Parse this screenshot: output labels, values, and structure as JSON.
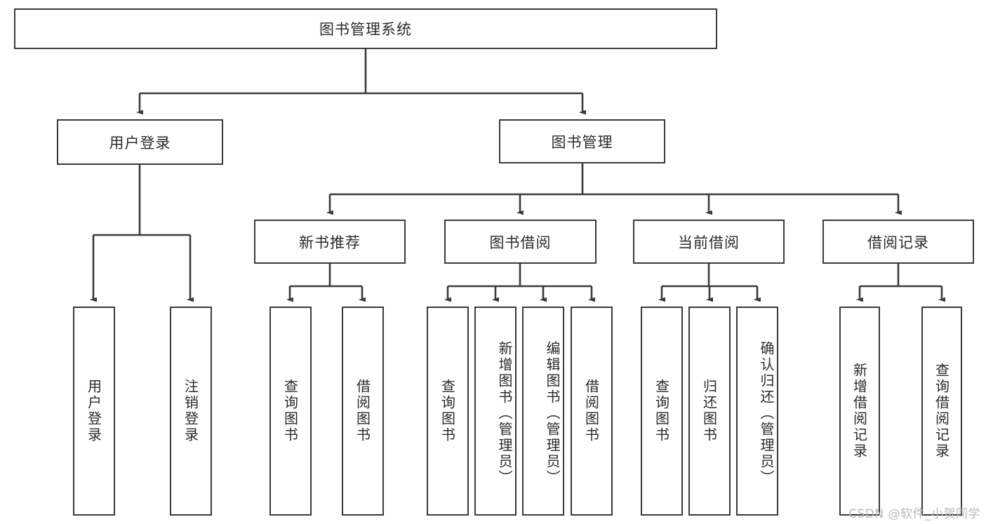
{
  "diagram": {
    "title": "图书管理系统",
    "type": "tree-hierarchy-diagram",
    "colors": {
      "box_border": "#3a3a3a",
      "box_fill": "#ffffff",
      "connector": "#3a3a3a",
      "text": "#2b2b2b",
      "watermark": "#b9b9b9",
      "background": "#ffffff"
    },
    "root": {
      "label": "图书管理系统"
    },
    "level2": [
      {
        "id": "user-login",
        "label": "用户登录"
      },
      {
        "id": "book-management",
        "label": "图书管理"
      }
    ],
    "level3": [
      {
        "id": "new-book-recommend",
        "label": "新书推荐"
      },
      {
        "id": "book-borrow",
        "label": "图书借阅"
      },
      {
        "id": "current-borrow",
        "label": "当前借阅"
      },
      {
        "id": "borrow-record",
        "label": "借阅记录"
      }
    ],
    "leaves": {
      "user_login": [
        {
          "id": "leaf-user-login",
          "label": "用户登录"
        },
        {
          "id": "leaf-logout-login",
          "label": "注销登录"
        }
      ],
      "new_book_recommend": [
        {
          "id": "leaf-query-book-1",
          "label": "查询图书"
        },
        {
          "id": "leaf-borrow-book-1",
          "label": "借阅图书"
        }
      ],
      "book_borrow": [
        {
          "id": "leaf-query-book-2",
          "label": "查询图书"
        },
        {
          "id": "leaf-add-book",
          "label": "新增图书（管理员）"
        },
        {
          "id": "leaf-edit-book",
          "label": "编辑图书（管理员）"
        },
        {
          "id": "leaf-borrow-book-2",
          "label": "借阅图书"
        }
      ],
      "current_borrow": [
        {
          "id": "leaf-query-book-3",
          "label": "查询图书"
        },
        {
          "id": "leaf-return-book",
          "label": "归还图书"
        },
        {
          "id": "leaf-confirm-return",
          "label": "确认归还（管理员）"
        }
      ],
      "borrow_record": [
        {
          "id": "leaf-add-borrow-record",
          "label": "新增借阅记录"
        },
        {
          "id": "leaf-query-borrow-record",
          "label": "查询借阅记录"
        }
      ]
    }
  },
  "watermark": {
    "text": "CSDN @软件_小贺同学"
  }
}
